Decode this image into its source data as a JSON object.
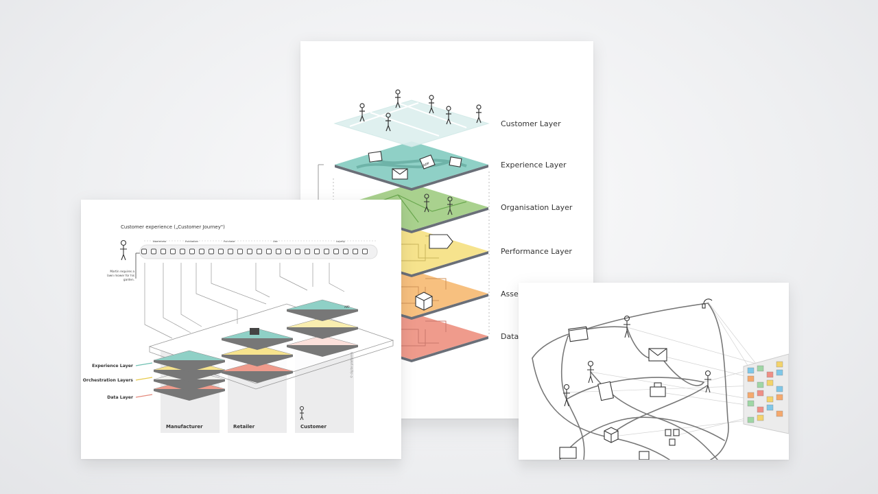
{
  "stack_diagram": {
    "layers": [
      {
        "label": "Customer Layer",
        "color": "#dcefee"
      },
      {
        "label": "Experience Layer",
        "color": "#8fd0c6"
      },
      {
        "label": "Organisation Layer",
        "color": "#a9d18e"
      },
      {
        "label": "Performance Layer",
        "color": "#f6e38d"
      },
      {
        "label": "Asse",
        "color": "#f7c07f"
      },
      {
        "label": "Data",
        "color": "#ef9b8c"
      }
    ],
    "app_badge": "APP"
  },
  "journey_diagram": {
    "title": "Customer experience („Customer Journey\")",
    "phases": [
      "Awareness",
      "Evaluation",
      "Purchase",
      "Use",
      "Loyalty"
    ],
    "persona_note": [
      "Martin requires a",
      "lawn mower for his",
      "garden."
    ],
    "layer_labels": [
      "Experience Layer",
      "Orchestration Layers",
      "Data Layer"
    ],
    "columns": [
      "Manufacturer",
      "Retailer",
      "Customer"
    ],
    "app_badge": "APP"
  },
  "network_diagram": {
    "wall_colors": [
      "#7fc7e8",
      "#9fd6a5",
      "#f3d36b",
      "#f5a96d",
      "#ee8f86"
    ]
  }
}
